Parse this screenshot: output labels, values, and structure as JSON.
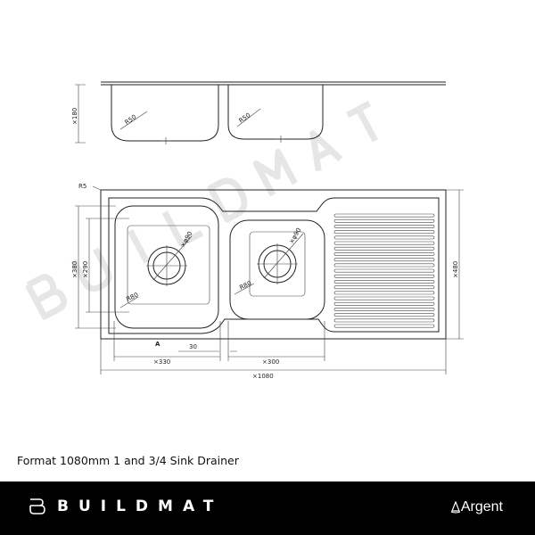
{
  "watermark": "BUILDMAT",
  "drawing": {
    "profile_height": "×180",
    "profile_radius_left": "R50",
    "profile_radius_right": "R50",
    "corner_radius": "R5",
    "overall_depth": "×480",
    "bowl_depth": "×380",
    "small_bowl_depth": "×290",
    "waste_left": "×φ90",
    "waste_right": "×φ90",
    "bowl_radius_left": "R80",
    "bowl_radius_right": "R80",
    "section_marker": "A",
    "gap": "30",
    "left_bowl_width": "×330",
    "right_bowl_width": "×300",
    "overall_width": "×1080"
  },
  "caption": "Format 1080mm 1 and 3/4 Sink Drainer",
  "footer": {
    "brand": "BUILDMAT",
    "partner": "Argent",
    "background": "#000000"
  }
}
